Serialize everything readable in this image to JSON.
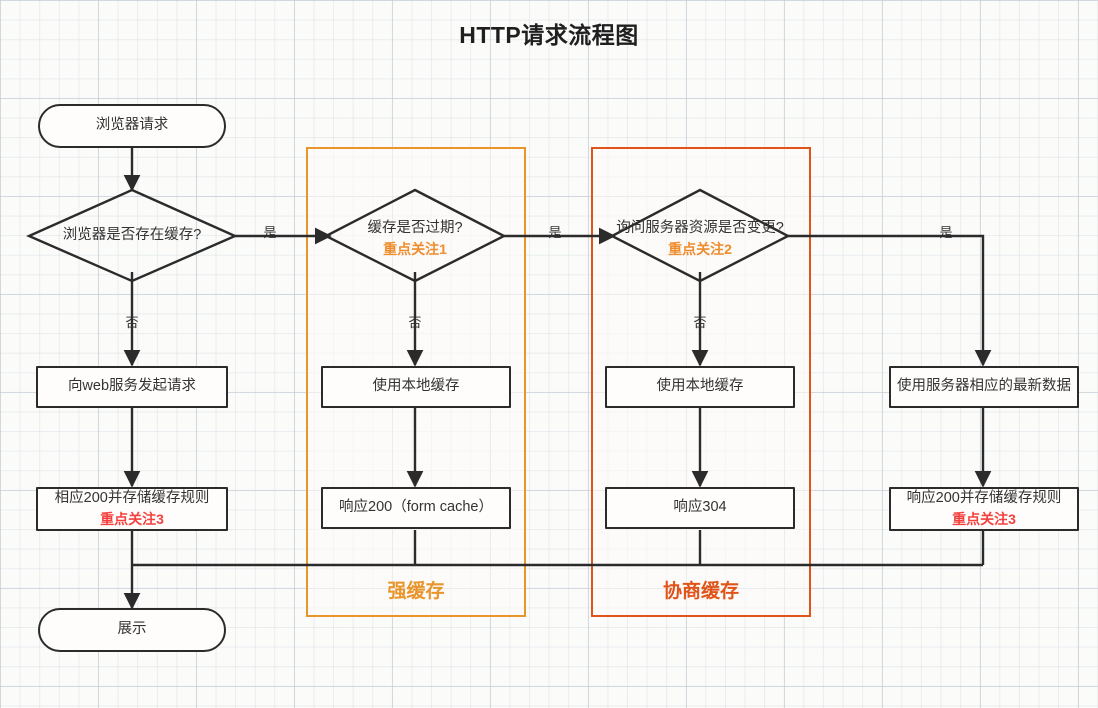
{
  "diagram": {
    "title": "HTTP请求流程图",
    "colors": {
      "node_border": "#2b2b2b",
      "edge": "#2b2b2b",
      "group_strong_cache": "#e8952c",
      "group_negotiate_cache": "#e0541a",
      "accent_orange": "#ef8c2b",
      "accent_red": "#f4413f",
      "text": "#333333",
      "background": "#fbfbfa"
    },
    "nodes": {
      "start": {
        "label": "浏览器请求",
        "shape": "rounded"
      },
      "decision_has_cache": {
        "label": "浏览器是否存在缓存?",
        "shape": "diamond"
      },
      "decision_cache_expired": {
        "label": "缓存是否过期?",
        "note": "重点关注1",
        "shape": "diamond"
      },
      "decision_resource_changed": {
        "label": "询问服务器资源是否变更?",
        "note": "重点关注2",
        "shape": "diamond"
      },
      "request_web": {
        "label": "向web服务发起请求",
        "shape": "rect"
      },
      "resp200_store_left": {
        "label": "相应200并存储缓存规则",
        "note": "重点关注3",
        "shape": "rect"
      },
      "use_local_cache_1": {
        "label": "使用本地缓存",
        "shape": "rect"
      },
      "resp200_form_cache": {
        "label": "响应200（form cache）",
        "shape": "rect"
      },
      "use_local_cache_2": {
        "label": "使用本地缓存",
        "shape": "rect"
      },
      "resp304": {
        "label": "响应304",
        "shape": "rect"
      },
      "use_server_latest": {
        "label": "使用服务器相应的最新数据",
        "shape": "rect"
      },
      "resp200_store_right": {
        "label": "响应200并存储缓存规则",
        "note": "重点关注3",
        "shape": "rect"
      },
      "end": {
        "label": "展示",
        "shape": "rounded"
      }
    },
    "edge_labels": {
      "has_cache_yes": "是",
      "has_cache_no": "否",
      "expired_yes": "是",
      "expired_no": "否",
      "changed_yes": "是",
      "changed_no": "否"
    },
    "groups": [
      {
        "id": "strong-cache",
        "label": "强缓存",
        "color": "#e8952c"
      },
      {
        "id": "negotiate-cache",
        "label": "协商缓存",
        "color": "#e0541a"
      }
    ]
  }
}
